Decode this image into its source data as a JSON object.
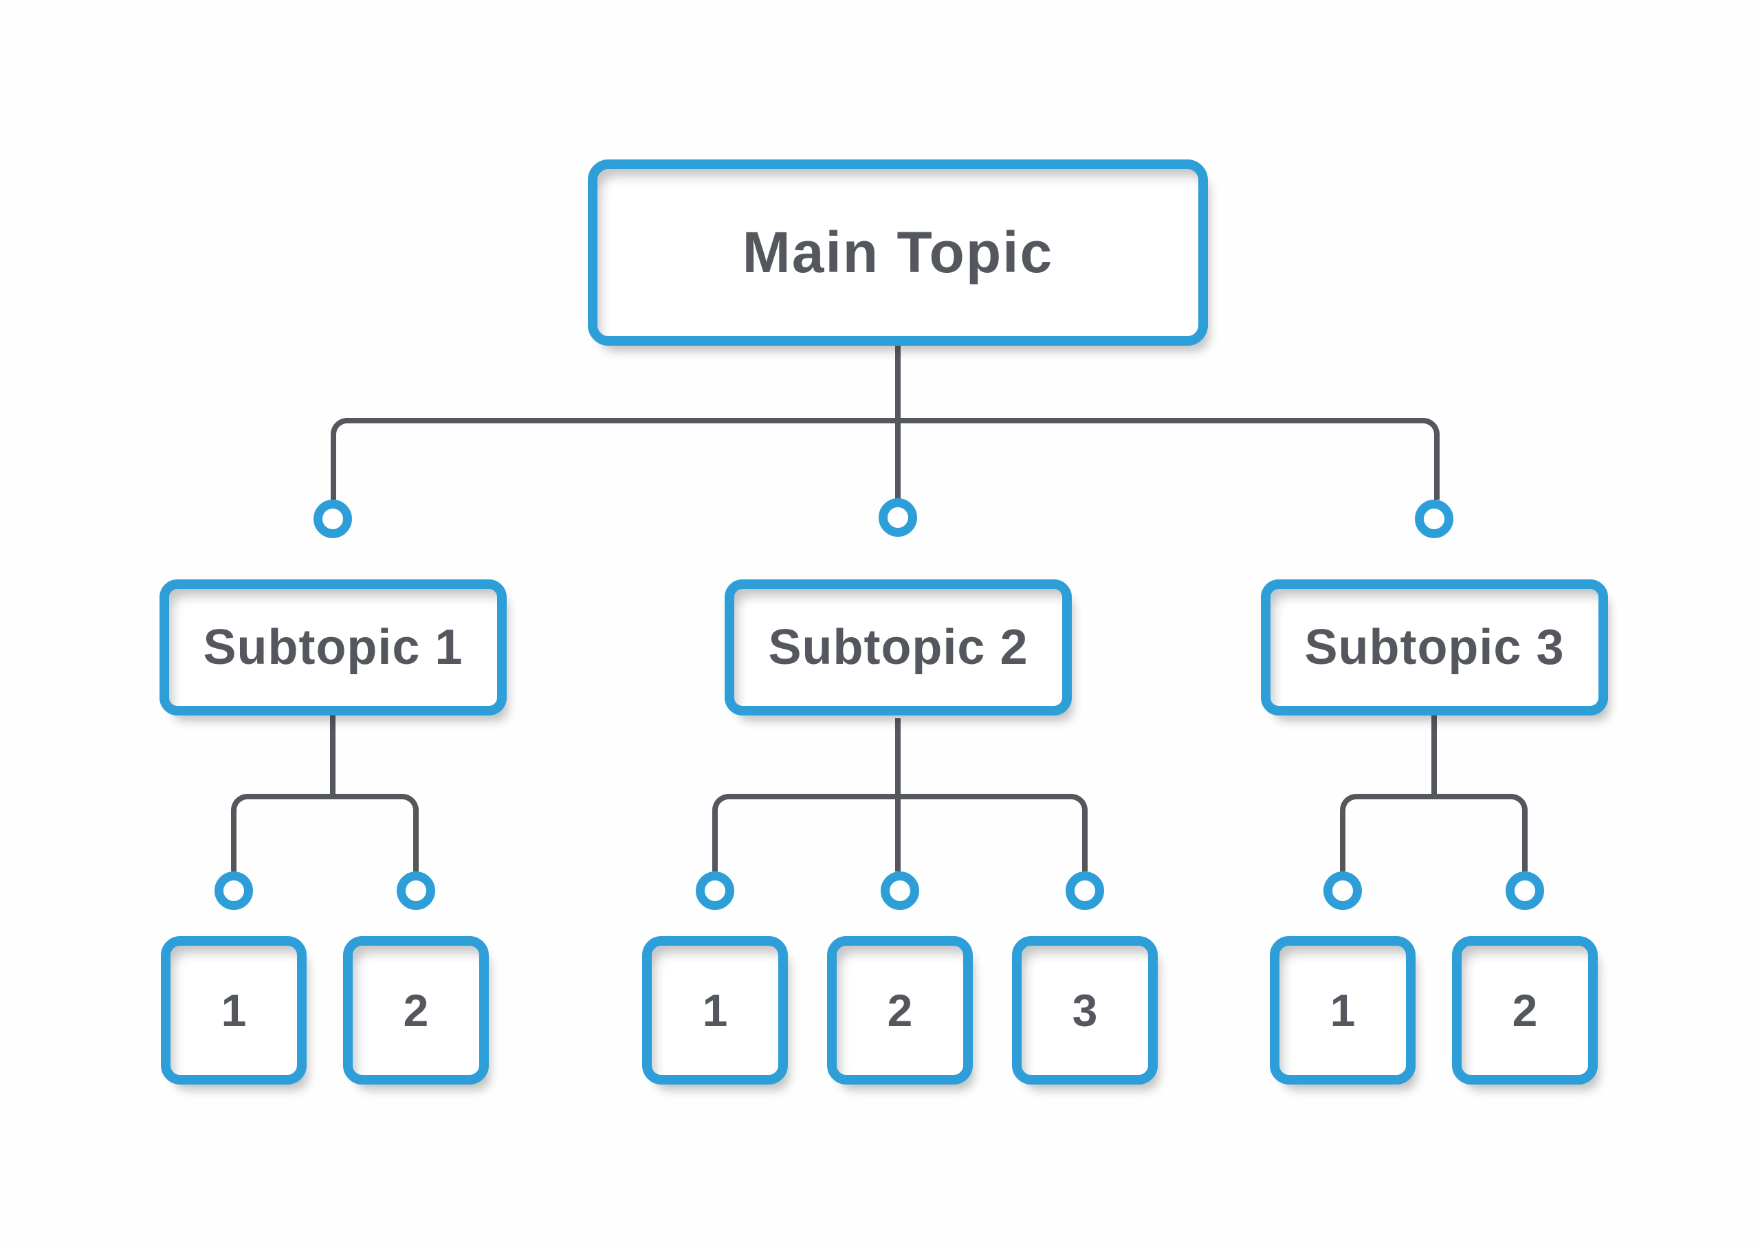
{
  "diagram": {
    "type": "tree",
    "root": {
      "label": "Main Topic"
    },
    "subtopics": [
      {
        "label": "Subtopic 1",
        "children": [
          "1",
          "2"
        ]
      },
      {
        "label": "Subtopic 2",
        "children": [
          "1",
          "2",
          "3"
        ]
      },
      {
        "label": "Subtopic 3",
        "children": [
          "1",
          "2"
        ]
      }
    ],
    "colors": {
      "accent": "#2e9ed9",
      "text": "#54585e",
      "line": "#54575c",
      "background": "#fefefe",
      "shadow": "rgba(30,32,38,0.27)"
    }
  }
}
